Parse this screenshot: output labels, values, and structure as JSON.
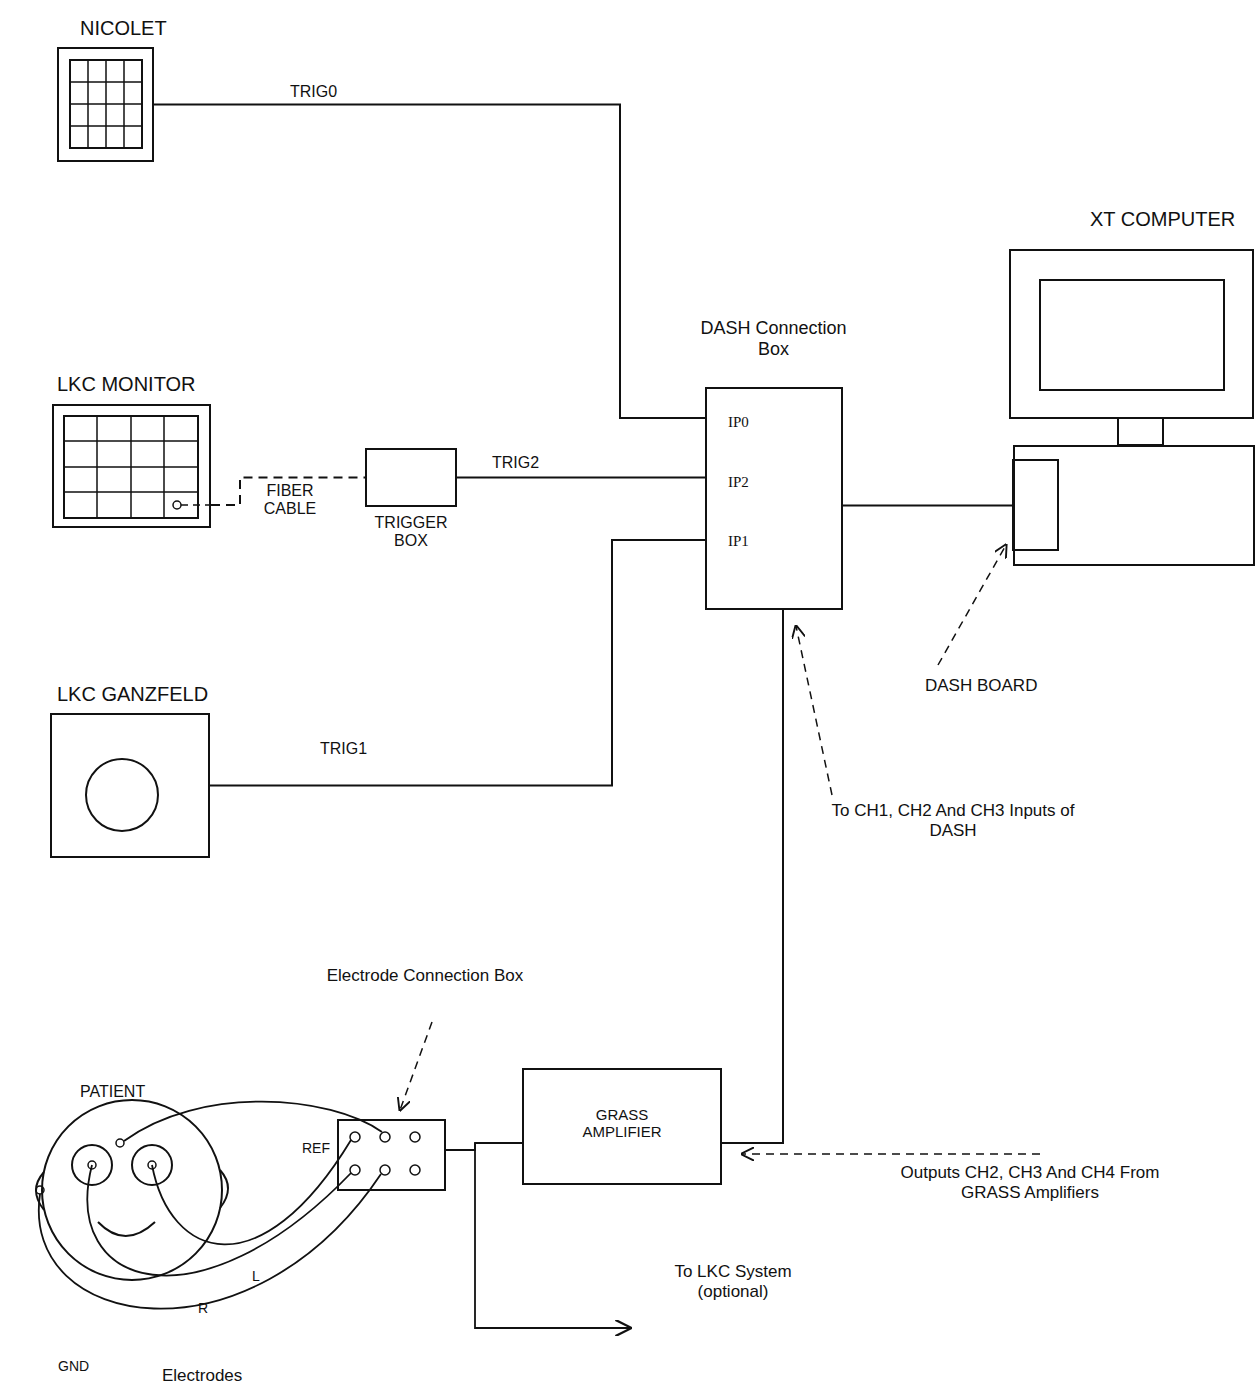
{
  "diagram": {
    "nodes": [
      {
        "text": [
          "NICOLET"
        ]
      },
      {
        "text": [
          "XT COMPUTER"
        ]
      },
      {
        "text": [
          "DASH Connection Box",
          "IP0",
          "IP2",
          "IP1"
        ]
      },
      {
        "text": [
          "LKC MONITOR"
        ]
      },
      {
        "text": [
          "TRIGGER BOX"
        ]
      },
      {
        "text": [
          "LKC GANZFELD"
        ]
      },
      {
        "text": [
          "GRASS AMPLIFIER"
        ]
      }
    ],
    "edges": [
      {
        "from": 0,
        "to": 2,
        "label": "TRIG0",
        "arrow": "none"
      },
      {
        "from": 3,
        "to": 4,
        "label": "FIBER CABLE",
        "arrow": "none"
      },
      {
        "from": 4,
        "to": 2,
        "label": "TRIG2",
        "arrow": "none"
      },
      {
        "from": 5,
        "to": 2,
        "label": "TRIG1",
        "arrow": "none"
      },
      {
        "from": 2,
        "to": 1,
        "arrow": "none"
      },
      {
        "from": 6,
        "to": 2,
        "arrow": "none"
      }
    ],
    "labels": [
      "DASH BOARD",
      "To CH1, CH2 And CH3 Inputs of DASH",
      "Outputs CH2, CH3 And CH4 From GRASS Amplifiers",
      "Electrode Connection Box",
      "PATIENT",
      "REF",
      "L",
      "R",
      "GND",
      "Electrodes",
      "To LKC System (optional)"
    ]
  }
}
